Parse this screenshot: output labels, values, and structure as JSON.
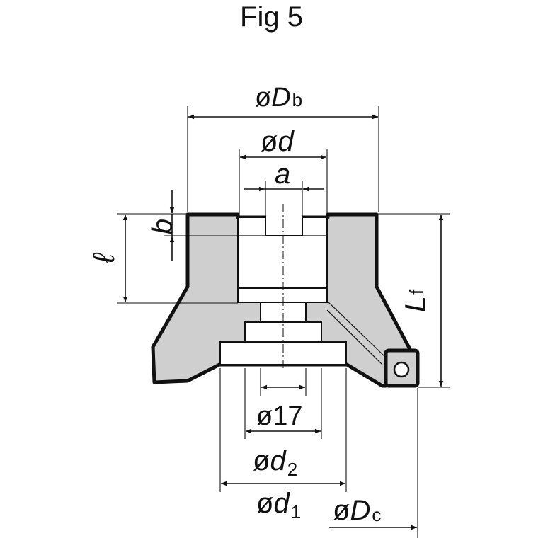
{
  "figure": {
    "title": "Fig 5"
  },
  "dimensions": {
    "Db": {
      "prefix": "ø",
      "symbol": "D",
      "subscript": "b"
    },
    "d": {
      "prefix": "ø",
      "symbol": "d"
    },
    "a": {
      "symbol": "a"
    },
    "b": {
      "symbol": "b"
    },
    "l": {
      "symbol": "ℓ"
    },
    "Lf": {
      "symbol": "L",
      "subscript": "f"
    },
    "bore17": {
      "text": "ø17"
    },
    "d2": {
      "prefix": "ø",
      "symbol": "d",
      "subscript": "2"
    },
    "d1": {
      "prefix": "ø",
      "symbol": "d",
      "subscript": "1"
    },
    "Dc": {
      "prefix": "ø",
      "symbol": "D",
      "subscript": "c"
    }
  }
}
